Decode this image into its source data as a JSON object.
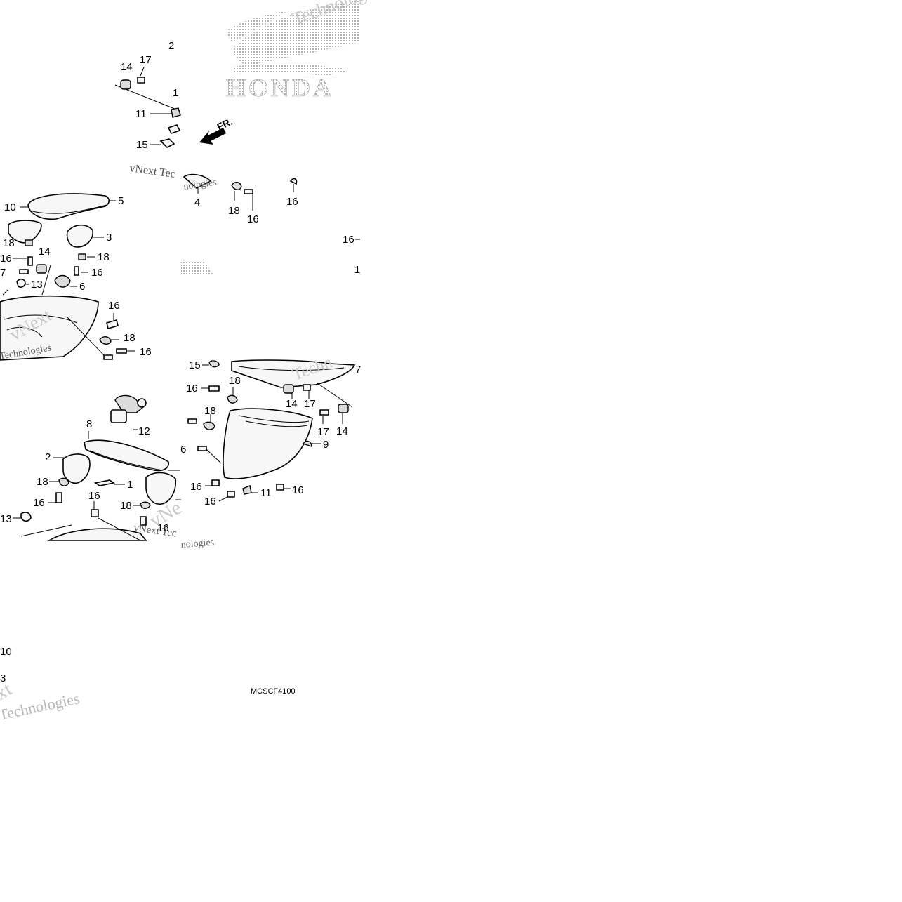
{
  "brand": {
    "name": "HONDA",
    "logo_color": "#b0b0b0",
    "logo_icon": "honda-wing-logo"
  },
  "watermarks": [
    "Technologies",
    "vNext Tec",
    "nologies",
    "Techn",
    "vNext",
    "Technologies",
    "vNe",
    "vNext Tec",
    "nologies",
    "xt",
    "Technologies"
  ],
  "direction_marker": {
    "text": "FR.",
    "icon": "front-direction-arrow-icon"
  },
  "diagram_code": "MCSCF4100",
  "callouts": [
    "2",
    "14",
    "17",
    "1",
    "11",
    "15",
    "4",
    "18",
    "16",
    "16",
    "16",
    "1",
    "10",
    "5",
    "3",
    "18",
    "16",
    "14",
    "18",
    "7",
    "16",
    "13",
    "6",
    "16",
    "18",
    "16",
    "15",
    "7",
    "16",
    "18",
    "14",
    "17",
    "18",
    "17",
    "14",
    "6",
    "9",
    "16",
    "16",
    "11",
    "16",
    "8",
    "12",
    "2",
    "1",
    "18",
    "16",
    "16",
    "18",
    "16",
    "13",
    "10",
    "3"
  ]
}
